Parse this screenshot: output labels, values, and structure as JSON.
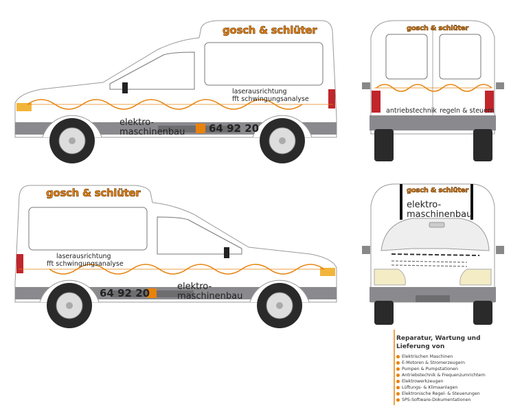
{
  "brand": "gosch & schlüter",
  "services_line1": "laserausrichtung",
  "services_line2": "fft schwingungsanalyse",
  "company_line1": "elektro-",
  "company_line2": "maschinenbau",
  "phone": "64 92 20",
  "rear_left_label": "antriebstechnik",
  "rear_right_label": "regeln & steuern",
  "panel": {
    "heading": "Reparatur, Wartung und Lieferung von",
    "items": [
      "Elektrischen Maschinen",
      "E-Motoren & Stromerzeugern",
      "Pumpen & Pumpstationen",
      "Antriebstechnik & Frequenzumrichtern",
      "Elektrowerkzeugen",
      "Lüftungs- & Klimaanlagen",
      "Elektronische Regel- & Steuerungen",
      "SPS-Software-Dokumentationen"
    ]
  },
  "colors": {
    "accent": "#e8820c",
    "bumper": "#8a8a8e",
    "tail": "#c0262b"
  }
}
